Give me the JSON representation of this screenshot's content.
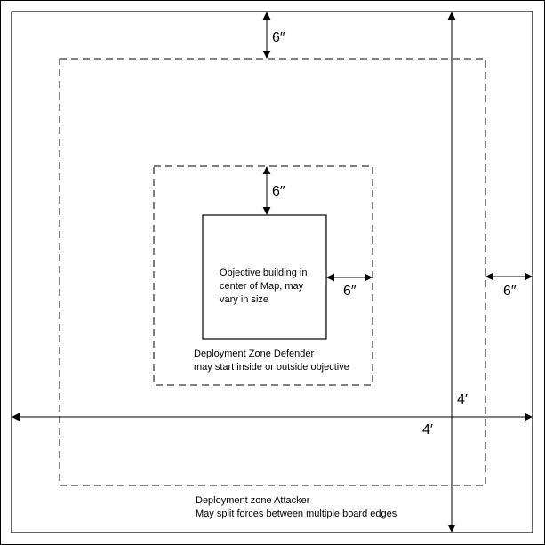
{
  "diagram": {
    "dimensions": {
      "top_gap": "6″",
      "inner_gap_top": "6″",
      "inner_gap_right": "6″",
      "outer_gap_right": "6″",
      "board_height": "4′",
      "board_width": "4′"
    },
    "objective_label": [
      "Objective building in",
      "center of Map, may",
      "vary in size"
    ],
    "defender_label": [
      "Deployment Zone Defender",
      "may start inside or outside objective"
    ],
    "attacker_label": [
      "Deployment zone Attacker",
      "May split forces between multiple board edges"
    ],
    "colors": {
      "line": "#000000",
      "background": "#ffffff"
    }
  }
}
